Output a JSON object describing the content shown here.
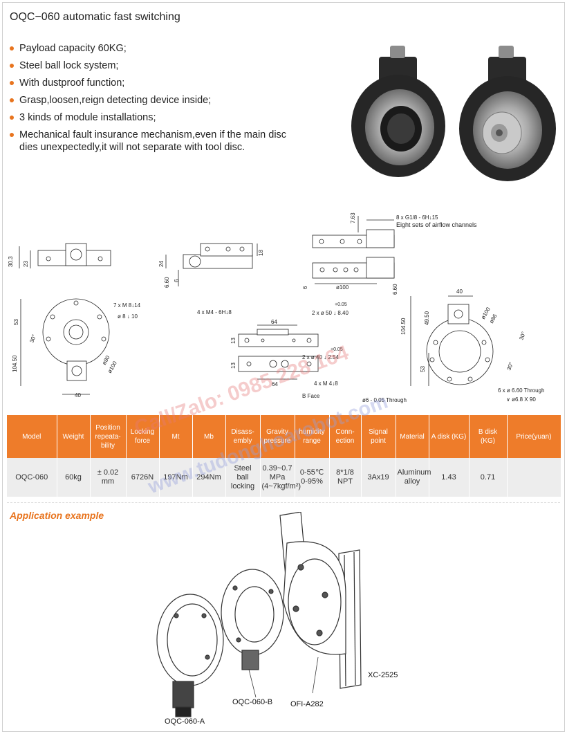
{
  "title": "OQC−060 automatic fast switching",
  "features": [
    "Payload capacity 60KG;",
    "Steel ball lock system;",
    "With dustproof function;",
    "Grasp,loosen,reign detecting device inside;",
    "3 kinds of module installations;",
    "Mechanical fault insurance mechanism,even if the main disc dies unexpectedly,it will not separate with tool disc."
  ],
  "drawing_labels": {
    "d1_30_3": "30.3",
    "d1_23": "23",
    "d2_24": "24",
    "d2_18": "18",
    "d2_6_60": "6.60",
    "d2_6": "6",
    "d3_7_63": "7.63",
    "d3_airflow": "8 x G1/8 - 6H↓15",
    "d3_airflow_desc": "Eight sets of airflow channels",
    "d3_6": "6",
    "d3_d100": "ø100",
    "d3_6_60": "6.60",
    "d4_7xm8": "7 x M 8↓14",
    "d4_8x8": "ø 8 ↓ 10",
    "d4_53": "53",
    "d4_104_50": "104.50",
    "d4_d80": "ø80",
    "d4_d100": "ø100",
    "d4_30": "30°",
    "d4_40": "40",
    "d5_4xm4": "4 x M4 - 6H↓8",
    "d5_tol1": "+0.05",
    "d5_2x50": "2 x ø 50 ↓ 8.40",
    "d5_64a": "64",
    "d5_13a": "13",
    "d5_tol2": "+0.05",
    "d5_2x40": "2 x ø 40 ↓ 2.54",
    "d5_13b": "13",
    "d5_64b": "64",
    "d5_4xm4b": "4 x M 4↓8",
    "d5_bface": "B Face",
    "d5_d6": "ø6 - 0.05 Through",
    "d6_40": "40",
    "d6_49_50": "49.50",
    "d6_104_50": "104.50",
    "d6_53": "53",
    "d6_d100": "ø100",
    "d6_d86": "ø86",
    "d6_30a": "30°",
    "d6_30b": "30°",
    "d6_6x660": "6 x ø 6.60  Through",
    "d6_68x90": "∨ ø6.8 X 90"
  },
  "table": {
    "headers": [
      "Model",
      "Weight",
      "Position repeata-bility",
      "Locking force",
      "Mt",
      "Mb",
      "Disass-embly",
      "Gravity pressure",
      "humidity range",
      "Conn-ection",
      "Signal point",
      "Material",
      "A disk (KG)",
      "B disk (KG)",
      "Price(yuan)"
    ],
    "row": [
      "OQC-060",
      "60kg",
      "± 0.02 mm",
      "6726N",
      "197Nm",
      "294Nm",
      "Steel ball locking",
      "0.39~0.7 MPa (4~7kgf/m²)",
      "0-55℃ 0-95%",
      "8*1/8 NPT",
      "3Ax19",
      "Aluminum alloy",
      "1.43",
      "0.71",
      ""
    ]
  },
  "application_title": "Application example",
  "app_labels": {
    "a": "OQC-060-A",
    "b": "OQC-060-B",
    "ofi": "OFI-A282",
    "xc": "XC-2525"
  },
  "watermark": {
    "line1": "Call/Zalo: 0985 228 164",
    "line2": "www.tudonghoarobot.com"
  },
  "colors": {
    "accent": "#e8741e",
    "table_header": "#ee7c2a",
    "table_row": "#ededed"
  }
}
